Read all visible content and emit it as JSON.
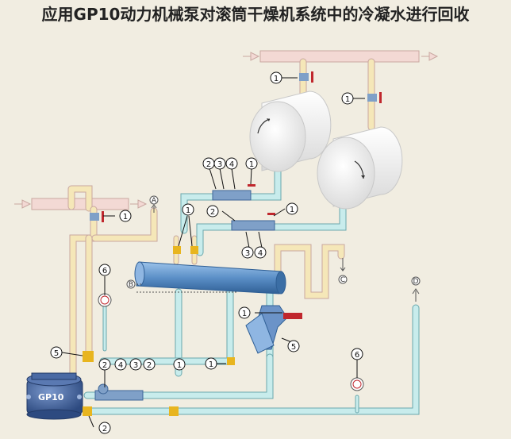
{
  "title": "应用GP10动力机械泵对滚筒干燥机系统中的冷凝水进行回收",
  "pump": {
    "label": "GP10"
  },
  "connection_points": [
    "A",
    "B",
    "C",
    "D"
  ],
  "callouts": {
    "c1": "1",
    "c2": "1",
    "c3": "2",
    "c4": "3",
    "c5": "4",
    "c6": "1",
    "c7": "1",
    "c8": "1",
    "c9": "2",
    "c10": "1",
    "c11": "3",
    "c12": "4",
    "c13": "1",
    "c14": "6",
    "c15": "1",
    "c16": "5",
    "c17": "5",
    "c18": "2",
    "c19": "4",
    "c20": "3",
    "c21": "2",
    "c22": "1",
    "c23": "1",
    "c24": "6",
    "c25": "2"
  },
  "colors": {
    "background": "#f1ede1",
    "steam_pipe": "#f5e7b8",
    "steam_pipe_edge": "#c9a7a0",
    "condensate_pipe": "#c8ecec",
    "condensate_pipe_edge": "#6aa8ad",
    "header_pipe": "#f3d9d4",
    "drum": "#f4f4f4",
    "separator": "#5b8fc7",
    "pump": "#3d5d98",
    "valve_red": "#c0272d",
    "fitting_yellow": "#e8b51f"
  }
}
